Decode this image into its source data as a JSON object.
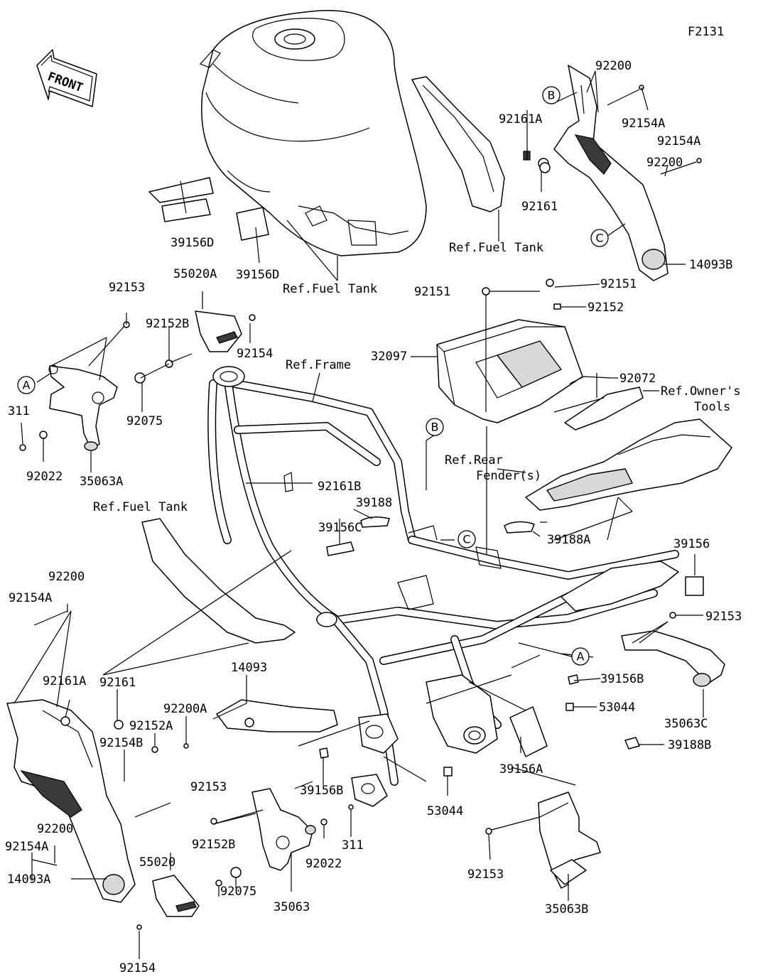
{
  "figure_id": "F2131",
  "front_label": "FRONT",
  "circle_refs": [
    "A",
    "B",
    "C"
  ],
  "ref_labels": {
    "fuel_tank": "Ref.Fuel Tank",
    "frame": "Ref.Frame",
    "owners_tools_line1": "Ref.Owner's",
    "owners_tools_line2": "Tools",
    "rear_fender_line1": "Ref.Rear",
    "rear_fender_line2": "Fender(s)"
  },
  "part_numbers": {
    "p92200": "92200",
    "p92154A": "92154A",
    "p92161A": "92161A",
    "p92161": "92161",
    "p14093B": "14093B",
    "p39156D": "39156D",
    "p55020A": "55020A",
    "p92153": "92153",
    "p92152B": "92152B",
    "p92154": "92154",
    "p92075": "92075",
    "p311": "311",
    "p92022": "92022",
    "p35063A": "35063A",
    "p92151": "92151",
    "p92152": "92152",
    "p32097": "32097",
    "p92072": "92072",
    "p92161B": "92161B",
    "p39188": "39188",
    "p39156C": "39156C",
    "p39188A": "39188A",
    "p39156": "39156",
    "p35063C": "35063C",
    "p39156B": "39156B",
    "p53044": "53044",
    "p39188B": "39188B",
    "p39156A": "39156A",
    "p14093": "14093",
    "p92200A": "92200A",
    "p92152A": "92152A",
    "p92154B": "92154B",
    "p14093A": "14093A",
    "p55020": "55020",
    "p35063": "35063",
    "p35063B": "35063B"
  }
}
